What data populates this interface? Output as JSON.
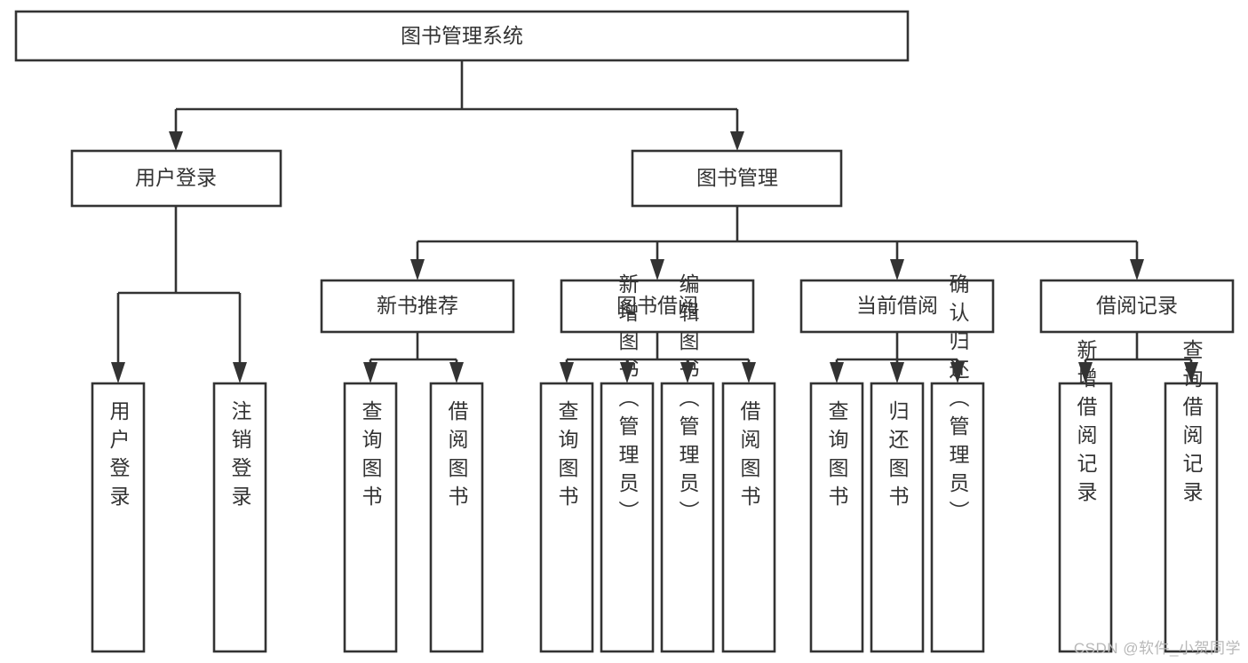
{
  "diagram": {
    "title": "图书管理系统",
    "type": "tree-hierarchy-diagram",
    "root": {
      "label": "图书管理系统"
    },
    "level2": [
      {
        "label": "用户登录"
      },
      {
        "label": "图书管理"
      }
    ],
    "level3": [
      {
        "label": "新书推荐"
      },
      {
        "label": "图书借阅"
      },
      {
        "label": "当前借阅"
      },
      {
        "label": "借阅记录"
      }
    ],
    "leaves": {
      "user_login": [
        {
          "label": "用户登录"
        },
        {
          "label": "注销登录"
        }
      ],
      "new_book_recommend": [
        {
          "label": "查询图书"
        },
        {
          "label": "借阅图书"
        }
      ],
      "book_borrow": [
        {
          "label": "查询图书"
        },
        {
          "label": "新增图书（管理员）"
        },
        {
          "label": "编辑图书（管理员）"
        },
        {
          "label": "借阅图书"
        }
      ],
      "current_borrow": [
        {
          "label": "查询图书"
        },
        {
          "label": "归还图书"
        },
        {
          "label": "确认归还（管理员）"
        }
      ],
      "borrow_record": [
        {
          "label": "新增借阅记录"
        },
        {
          "label": "查询借阅记录"
        }
      ]
    }
  },
  "watermark": {
    "text": "CSDN @软件_小贺同学"
  },
  "colors": {
    "stroke": "#333333",
    "fill": "#ffffff",
    "text": "#333333",
    "watermark": "#b8b8b8"
  }
}
